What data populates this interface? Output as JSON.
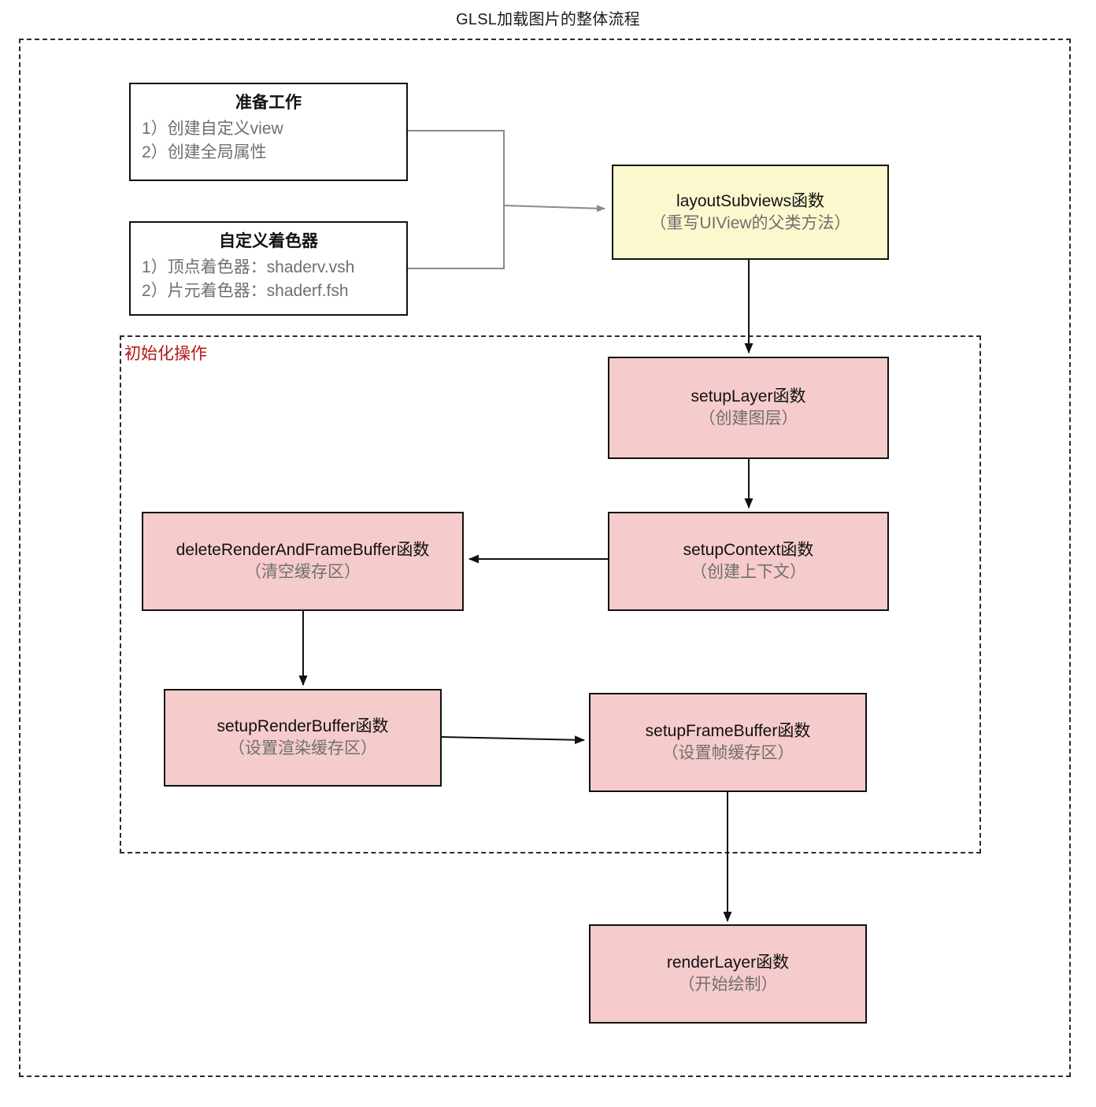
{
  "diagram": {
    "title": "GLSL加载图片的整体流程",
    "group_label": "初始化操作",
    "nodes": {
      "prepare": {
        "title": "准备工作",
        "lines": [
          "1）创建自定义view",
          "2）创建全局属性"
        ]
      },
      "shader": {
        "title": "自定义着色器",
        "lines": [
          "1）顶点着色器：shaderv.vsh",
          "2）片元着色器：shaderf.fsh"
        ]
      },
      "layout_subviews": {
        "title": "layoutSubviews函数",
        "sub": "（重写UIView的父类方法）"
      },
      "setup_layer": {
        "title": "setupLayer函数",
        "sub": "（创建图层）"
      },
      "setup_context": {
        "title": "setupContext函数",
        "sub": "（创建上下文）"
      },
      "delete_render_and_frame_buffer": {
        "title": "deleteRenderAndFrameBuffer函数",
        "sub": "（清空缓存区）"
      },
      "setup_render_buffer": {
        "title": "setupRenderBuffer函数",
        "sub": "（设置渲染缓存区）"
      },
      "setup_frame_buffer": {
        "title": "setupFrameBuffer函数",
        "sub": "（设置帧缓存区）"
      },
      "render_layer": {
        "title": "renderLayer函数",
        "sub": "（开始绘制）"
      }
    },
    "colors": {
      "white_fill": "#ffffff",
      "yellow_fill": "#fcf8ce",
      "red_fill": "#f5cbcb",
      "border": "#111111",
      "group_label": "#b51717",
      "subtitle_text": "#6f6f6f",
      "gray_connector": "#8a8a8a",
      "black_connector": "#111111"
    }
  }
}
